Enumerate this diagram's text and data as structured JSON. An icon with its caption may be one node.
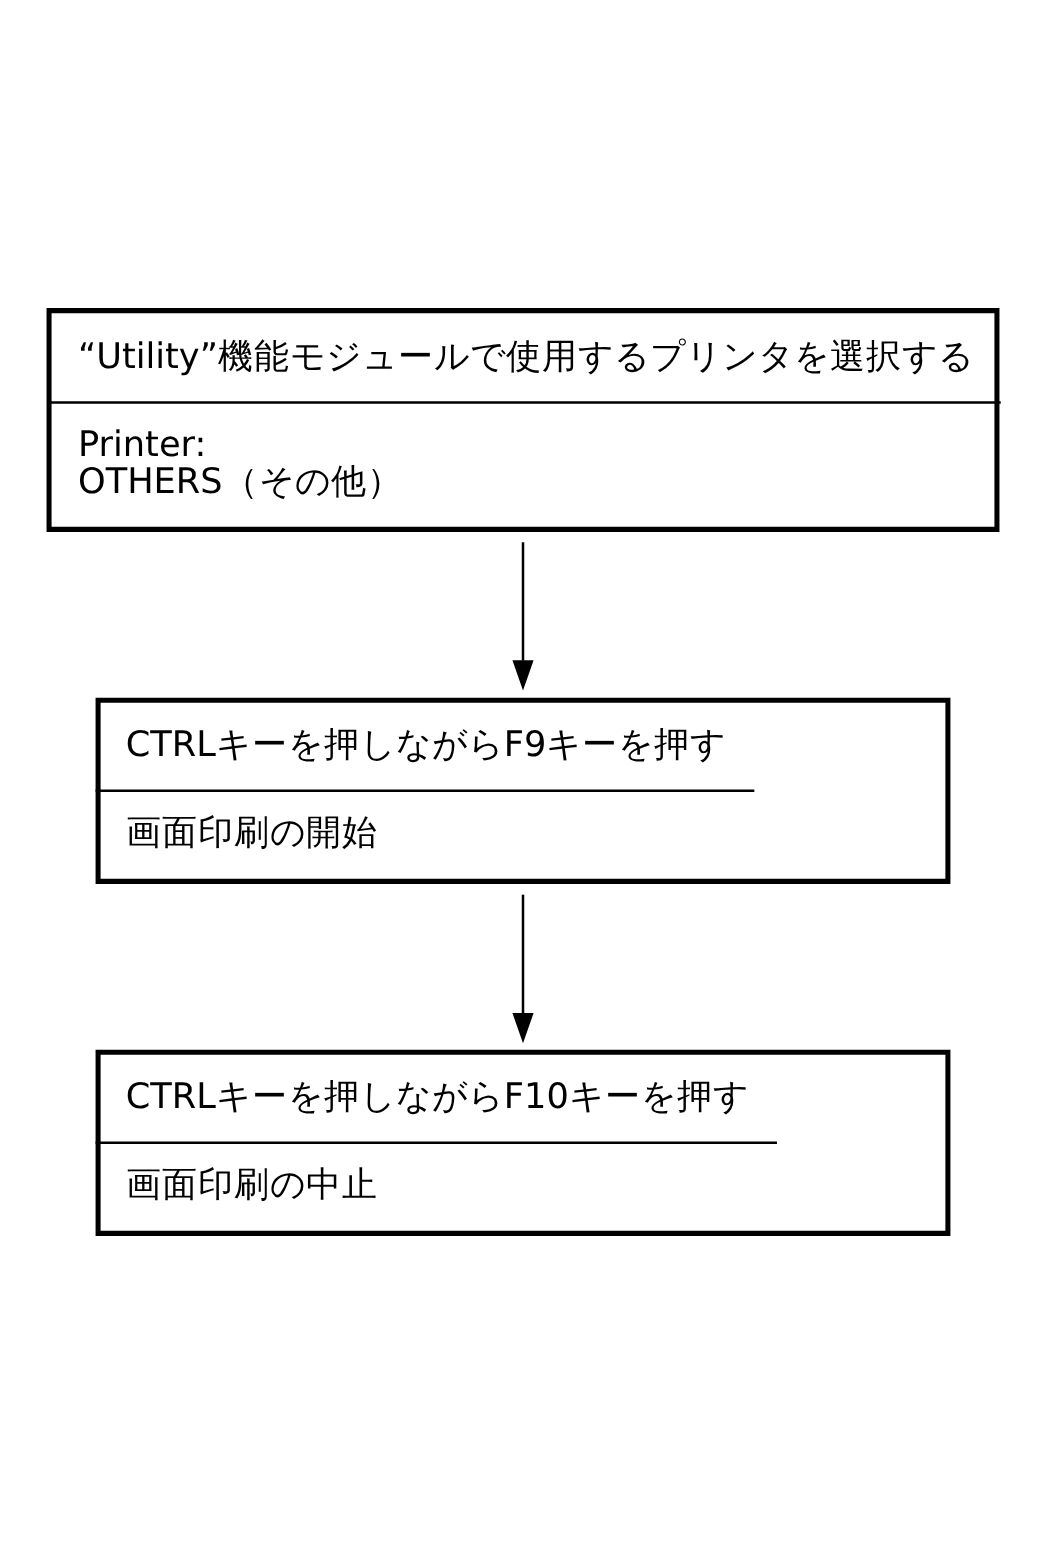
{
  "diagram": {
    "nodes": [
      {
        "text": [
          "“Utility”機能モジュールで使用するプリンタを選択する",
          "Printer:",
          "OTHERS（その他）"
        ]
      },
      {
        "text": [
          "CTRLキーを押しながらF9キーを押す",
          "画面印刷の開始"
        ]
      },
      {
        "text": [
          "CTRLキーを押しながらF10キーを押す",
          "画面印刷の中止"
        ]
      }
    ],
    "edges": [
      {
        "from": 0,
        "to": 1,
        "arrow": "to"
      },
      {
        "from": 1,
        "to": 2,
        "arrow": "to"
      }
    ]
  }
}
